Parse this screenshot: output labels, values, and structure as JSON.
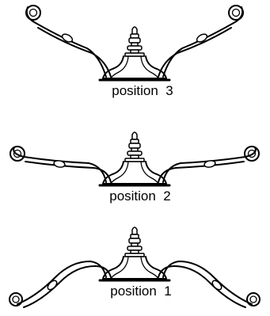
{
  "figures": [
    {
      "label": "position  3",
      "arm_direction": "up"
    },
    {
      "label": "position  2",
      "arm_direction": "level"
    },
    {
      "label": "position  1",
      "arm_direction": "down"
    }
  ]
}
